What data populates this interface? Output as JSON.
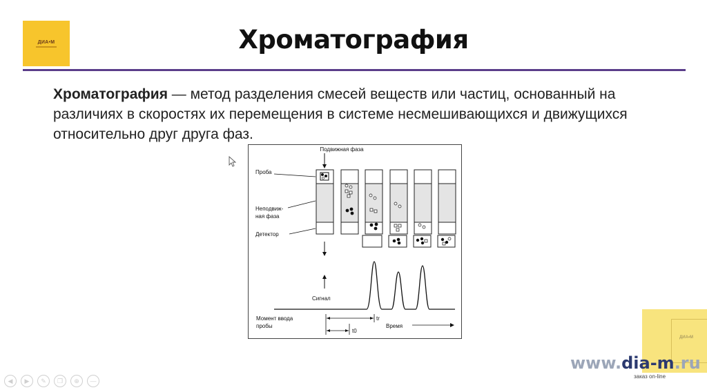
{
  "logo": {
    "text": "ДИА•М"
  },
  "slide": {
    "title": "Хроматография",
    "definition_term": "Хроматография",
    "definition_body": " — метод разделения смесей веществ или частиц, основанный на различиях в скоростях их перемещения в системе несмешивающихся и движущихся относительно друг друга фаз."
  },
  "diagram": {
    "mobile_phase": "Подвижная фаза",
    "sample": "Проба",
    "stationary_1": "Неподвиж-",
    "stationary_2": "ная фаза",
    "detector": "Детектор",
    "signal": "Сигнал",
    "injection_1": "Момент ввода",
    "injection_2": "пробы",
    "tr": "tr",
    "t0": "t0",
    "time": "Время"
  },
  "footer": {
    "site_prefix": "www.",
    "site_accent": "dia-m",
    "site_suffix": ".ru",
    "order": "заказ on-line",
    "corner_text": "ДИА•М"
  },
  "nav": {
    "prev": "◀",
    "next": "▶",
    "pen": "✎",
    "copy": "❐",
    "zoom": "⊕",
    "more": "—"
  }
}
